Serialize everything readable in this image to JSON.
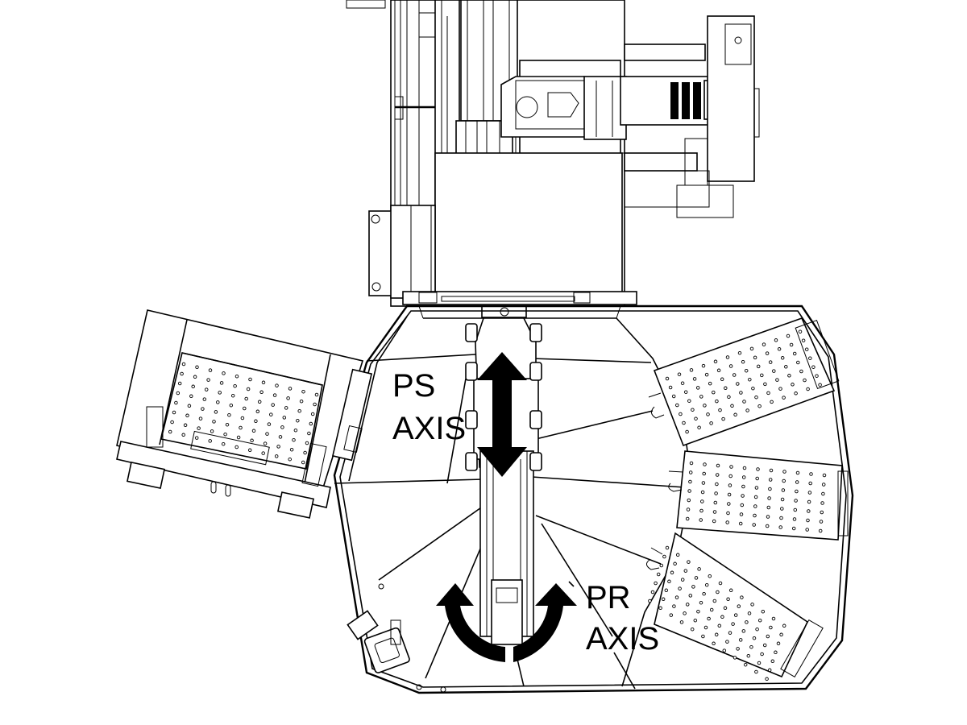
{
  "labels": {
    "ps_line1": "PS",
    "ps_line2": "AXIS",
    "pr_line1": "PR",
    "pr_line2": "AXIS"
  },
  "colors": {
    "line": "#000000",
    "background": "#ffffff"
  },
  "icons": {
    "ps_arrow": "double-headed-vertical-arrow",
    "pr_arrow": "curved-double-rotation-arrow"
  }
}
